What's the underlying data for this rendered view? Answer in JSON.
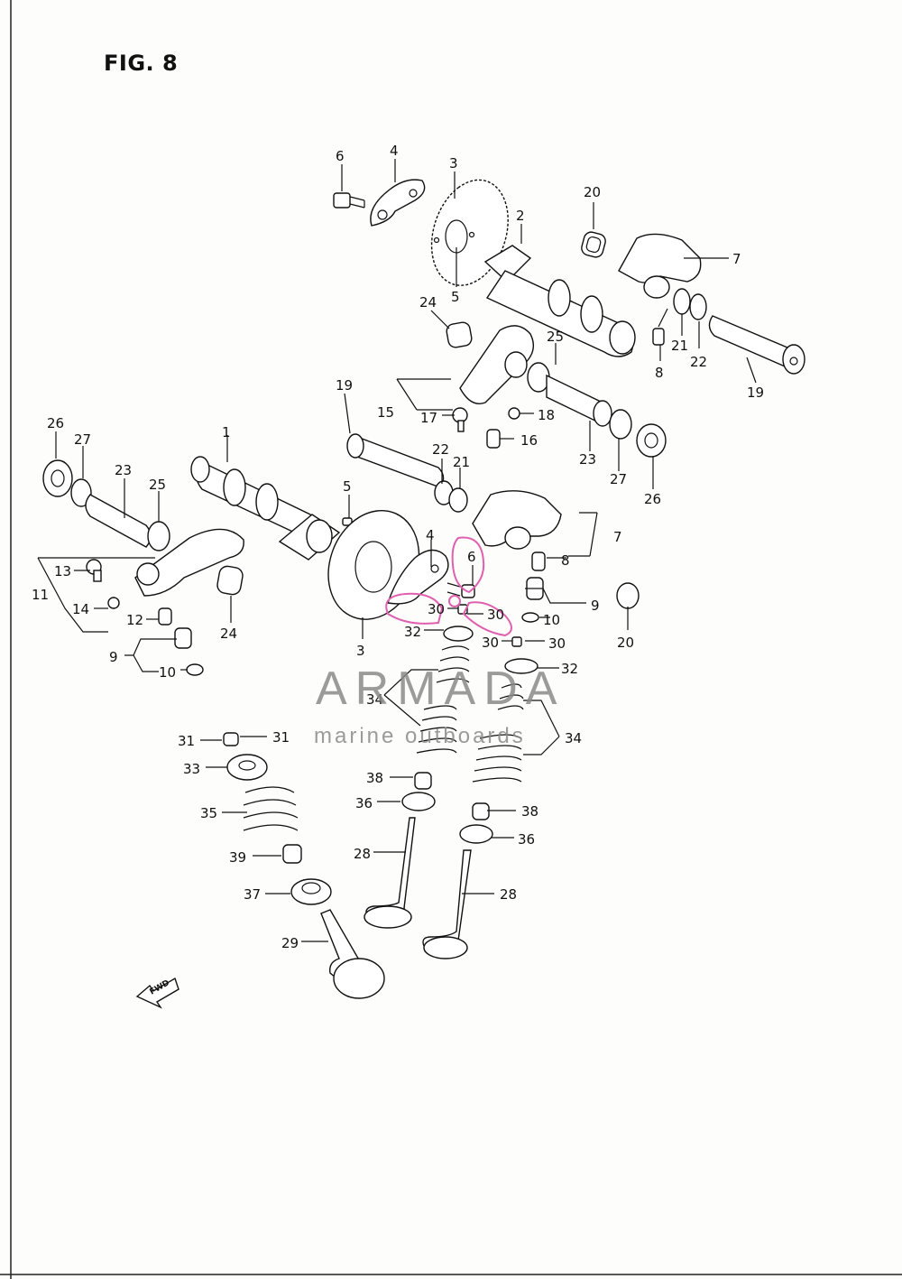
{
  "figure": {
    "title": "FIG. 8"
  },
  "watermark": {
    "brand": "ARMADA",
    "subtitle": "marine outboards",
    "accent_color": "#e060b0",
    "text_color": "#8a8a8a"
  },
  "fwd_marker": {
    "label": "FWD"
  },
  "callouts": [
    {
      "id": "c6a",
      "label": "6"
    },
    {
      "id": "c4a",
      "label": "4"
    },
    {
      "id": "c3a",
      "label": "3"
    },
    {
      "id": "c5a",
      "label": "5"
    },
    {
      "id": "c2",
      "label": "2"
    },
    {
      "id": "c20a",
      "label": "20"
    },
    {
      "id": "c7a",
      "label": "7"
    },
    {
      "id": "c24a",
      "label": "24"
    },
    {
      "id": "c21a",
      "label": "21"
    },
    {
      "id": "c22a",
      "label": "22"
    },
    {
      "id": "c8a",
      "label": "8"
    },
    {
      "id": "c19a",
      "label": "19"
    },
    {
      "id": "c25a",
      "label": "25"
    },
    {
      "id": "c15",
      "label": "15"
    },
    {
      "id": "c17",
      "label": "17"
    },
    {
      "id": "c18",
      "label": "18"
    },
    {
      "id": "c16",
      "label": "16"
    },
    {
      "id": "c19b",
      "label": "19"
    },
    {
      "id": "c23a",
      "label": "23"
    },
    {
      "id": "c27a",
      "label": "27"
    },
    {
      "id": "c26a",
      "label": "26"
    },
    {
      "id": "c26b",
      "label": "26"
    },
    {
      "id": "c27b",
      "label": "27"
    },
    {
      "id": "c23b",
      "label": "23"
    },
    {
      "id": "c25b",
      "label": "25"
    },
    {
      "id": "c1",
      "label": "1"
    },
    {
      "id": "c22b",
      "label": "22"
    },
    {
      "id": "c21b",
      "label": "21"
    },
    {
      "id": "c5b",
      "label": "5"
    },
    {
      "id": "c7b",
      "label": "7"
    },
    {
      "id": "c8b",
      "label": "8"
    },
    {
      "id": "c4b",
      "label": "4"
    },
    {
      "id": "c6b",
      "label": "6"
    },
    {
      "id": "c13",
      "label": "13"
    },
    {
      "id": "c11",
      "label": "11"
    },
    {
      "id": "c14",
      "label": "14"
    },
    {
      "id": "c12",
      "label": "12"
    },
    {
      "id": "c24b",
      "label": "24"
    },
    {
      "id": "c9a",
      "label": "9"
    },
    {
      "id": "c10a",
      "label": "10"
    },
    {
      "id": "c3b",
      "label": "3"
    },
    {
      "id": "c30a",
      "label": "30"
    },
    {
      "id": "c30b",
      "label": "30"
    },
    {
      "id": "c32a",
      "label": "32"
    },
    {
      "id": "c30c",
      "label": "30"
    },
    {
      "id": "c30d",
      "label": "30"
    },
    {
      "id": "c9b",
      "label": "9"
    },
    {
      "id": "c10b",
      "label": "10"
    },
    {
      "id": "c20b",
      "label": "20"
    },
    {
      "id": "c32b",
      "label": "32"
    },
    {
      "id": "c34a",
      "label": "34"
    },
    {
      "id": "c34b",
      "label": "34"
    },
    {
      "id": "c31a",
      "label": "31"
    },
    {
      "id": "c31b",
      "label": "31"
    },
    {
      "id": "c33",
      "label": "33"
    },
    {
      "id": "c35",
      "label": "35"
    },
    {
      "id": "c38a",
      "label": "38"
    },
    {
      "id": "c36a",
      "label": "36"
    },
    {
      "id": "c38b",
      "label": "38"
    },
    {
      "id": "c36b",
      "label": "36"
    },
    {
      "id": "c28a",
      "label": "28"
    },
    {
      "id": "c39",
      "label": "39"
    },
    {
      "id": "c37",
      "label": "37"
    },
    {
      "id": "c28b",
      "label": "28"
    },
    {
      "id": "c29",
      "label": "29"
    }
  ]
}
